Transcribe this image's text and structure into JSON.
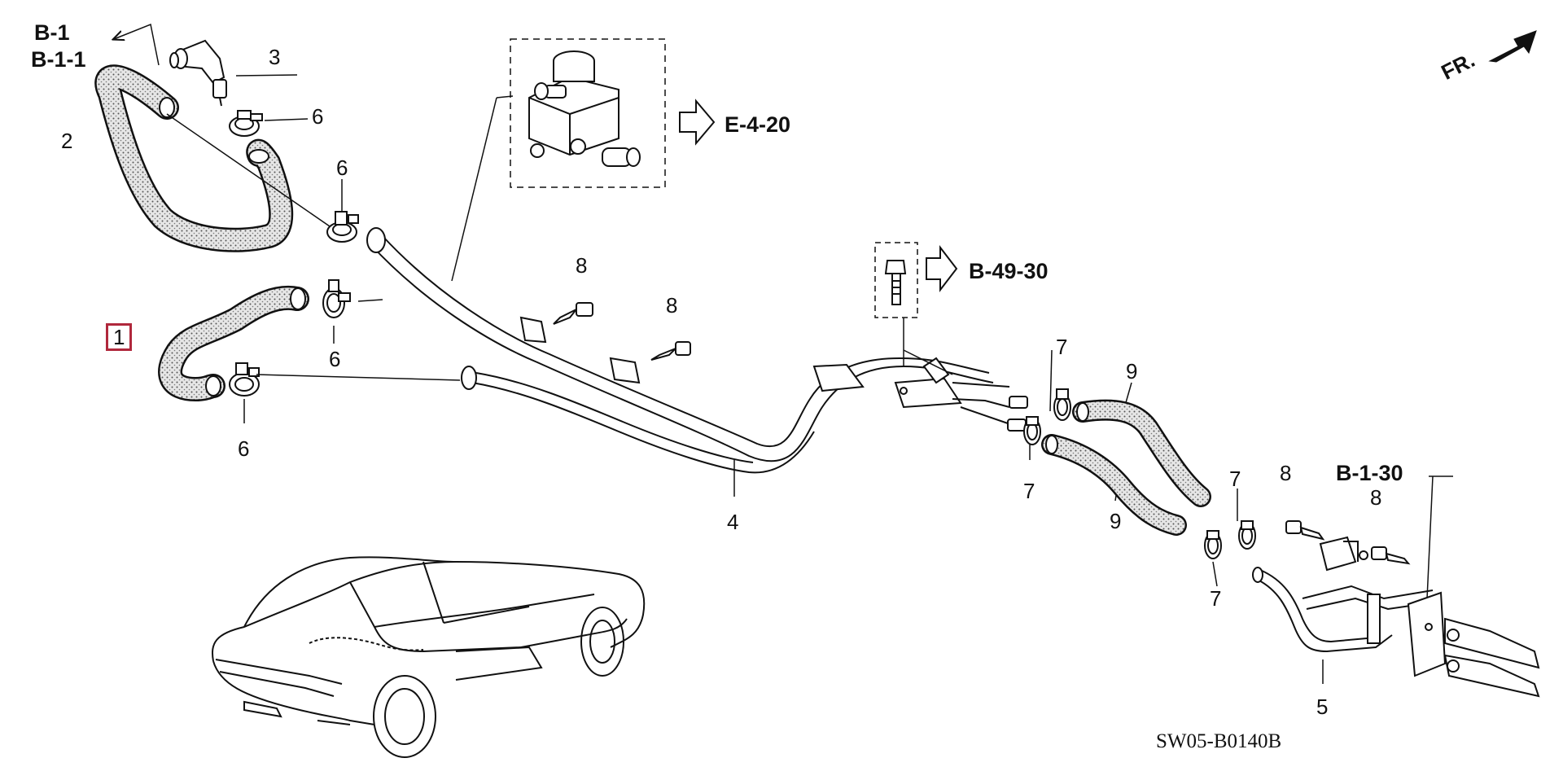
{
  "references": {
    "b1": "B-1",
    "b11": "B-1-1",
    "e420": "E-4-20",
    "b4930": "B-49-30",
    "b130": "B-1-30",
    "front": "FR."
  },
  "part_numbers": {
    "p1": "1",
    "p2": "2",
    "p3": "3",
    "p4": "4",
    "p5": "5",
    "p6": "6",
    "p7": "7",
    "p8": "8",
    "p9": "9"
  },
  "diagram_code": "SW05-B0140B",
  "colors": {
    "line": "#111111",
    "hose_fill": "#d9d9d9",
    "highlight": "#b0283c"
  }
}
